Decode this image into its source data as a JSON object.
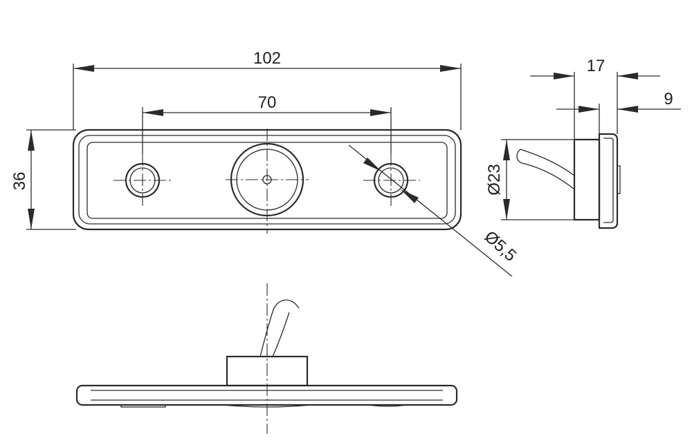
{
  "dimensions": {
    "overall_length": "102",
    "hole_spacing": "70",
    "height": "36",
    "side_depth": "17",
    "side_lens_depth": "9",
    "side_diameter": "Ø23",
    "hole_diameter": "Ø5,5"
  }
}
